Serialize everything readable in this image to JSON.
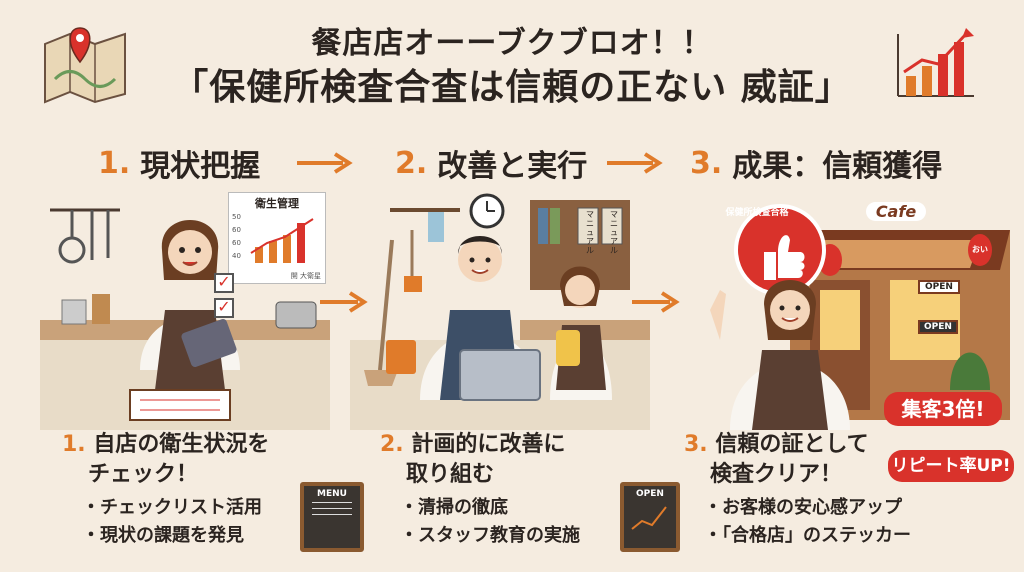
{
  "title": {
    "line1": "餐店店オーーブクブロオ！！",
    "line2": "「保健所検査合査は信頼の正ない 威証」"
  },
  "steps": [
    {
      "num": "1.",
      "label": "現状把握"
    },
    {
      "num": "2.",
      "label": "改善と実行"
    },
    {
      "num": "3.",
      "label": "成果：信頼獲得"
    }
  ],
  "scene1": {
    "chart_title": "衛生管理",
    "chart_ticks": [
      "50",
      "60",
      "60",
      "40"
    ],
    "chart_legend": "開 大衛星"
  },
  "scene2": {
    "binder1": "マニュアル",
    "binder2": "マニュアル"
  },
  "scene3": {
    "stamp": "保健所検査合格",
    "cafe_sign": "Cafe",
    "open_sign1": "OPEN",
    "open_sign2": "OPEN",
    "lantern": "おい"
  },
  "descriptions": [
    {
      "num": "1.",
      "lines": [
        "自店の衛生状況を",
        "チェック！"
      ],
      "bullets": [
        "・チェックリスト活用",
        "・現状の課題を発見"
      ]
    },
    {
      "num": "2.",
      "lines": [
        "計画的に改善に",
        "取り組む"
      ],
      "bullets": [
        "・清掃の徹底",
        "・スタッフ教育の実施"
      ]
    },
    {
      "num": "3.",
      "lines": [
        "信頼の証として",
        "検査クリア！"
      ],
      "bullets": [
        "・お客様の安心感アップ",
        "・「合格店」のステッカー"
      ]
    }
  ],
  "boards": {
    "menu": "MENU",
    "open": "OPEN"
  },
  "bubbles": {
    "b1": "集客3倍!",
    "b2": "リピート率UP!"
  },
  "colors": {
    "accent": "#e07b2a",
    "bubble": "#d9322b",
    "background": "#f5ece0"
  }
}
